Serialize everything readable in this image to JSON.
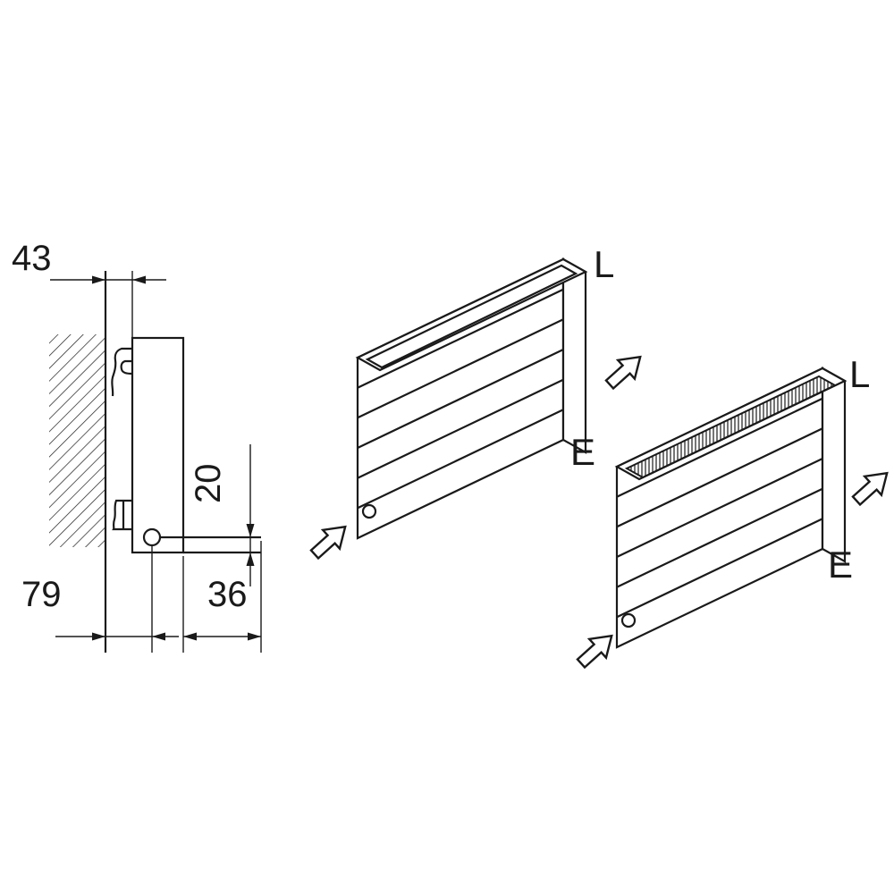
{
  "dimensions": {
    "wall_gap": "43",
    "pipe_height": "20",
    "wall_to_pipe": "79",
    "pipe_to_front": "36"
  },
  "labels": {
    "radiator_top": {
      "l": "L",
      "e": "E"
    },
    "radiator_bottom": {
      "l": "L",
      "e": "E"
    }
  },
  "colors": {
    "line": "#1a1a1a",
    "background": "#ffffff"
  }
}
